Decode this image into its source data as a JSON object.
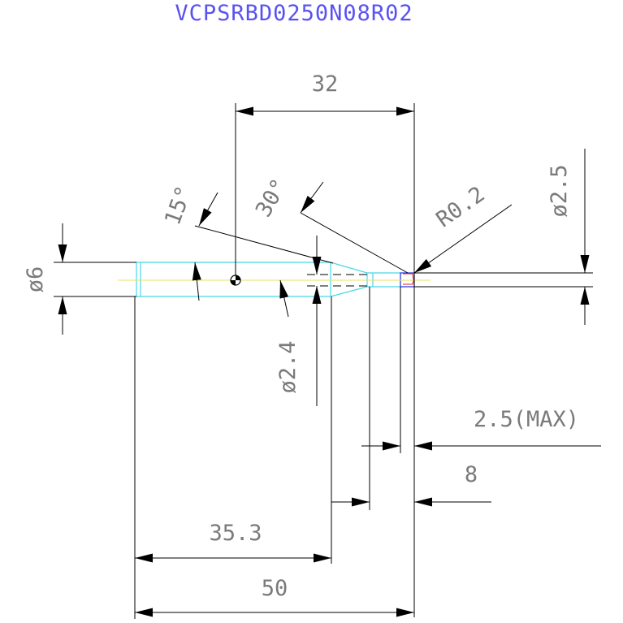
{
  "title": "VCPSRBD0250N08R02",
  "colors": {
    "title": "#5a52f0",
    "outline": "#48d8e8",
    "centerline": "#e8e060",
    "dimension": "#000000",
    "text": "#7a7a7a",
    "tip_red": "#e02020",
    "tip_blue": "#2030e0"
  },
  "dimensions": {
    "overall_length": "50",
    "shank_to_tip_length": "32",
    "neck_start_length": "35.3",
    "effective_length": "8",
    "tip_length": "2.5(MAX)",
    "shank_diameter": "ø6",
    "neck_diameter": "ø2.4",
    "ball_diameter": "ø2.5",
    "corner_radius": "R0.2",
    "taper_angle_1": "15°",
    "taper_angle_2": "30°"
  }
}
